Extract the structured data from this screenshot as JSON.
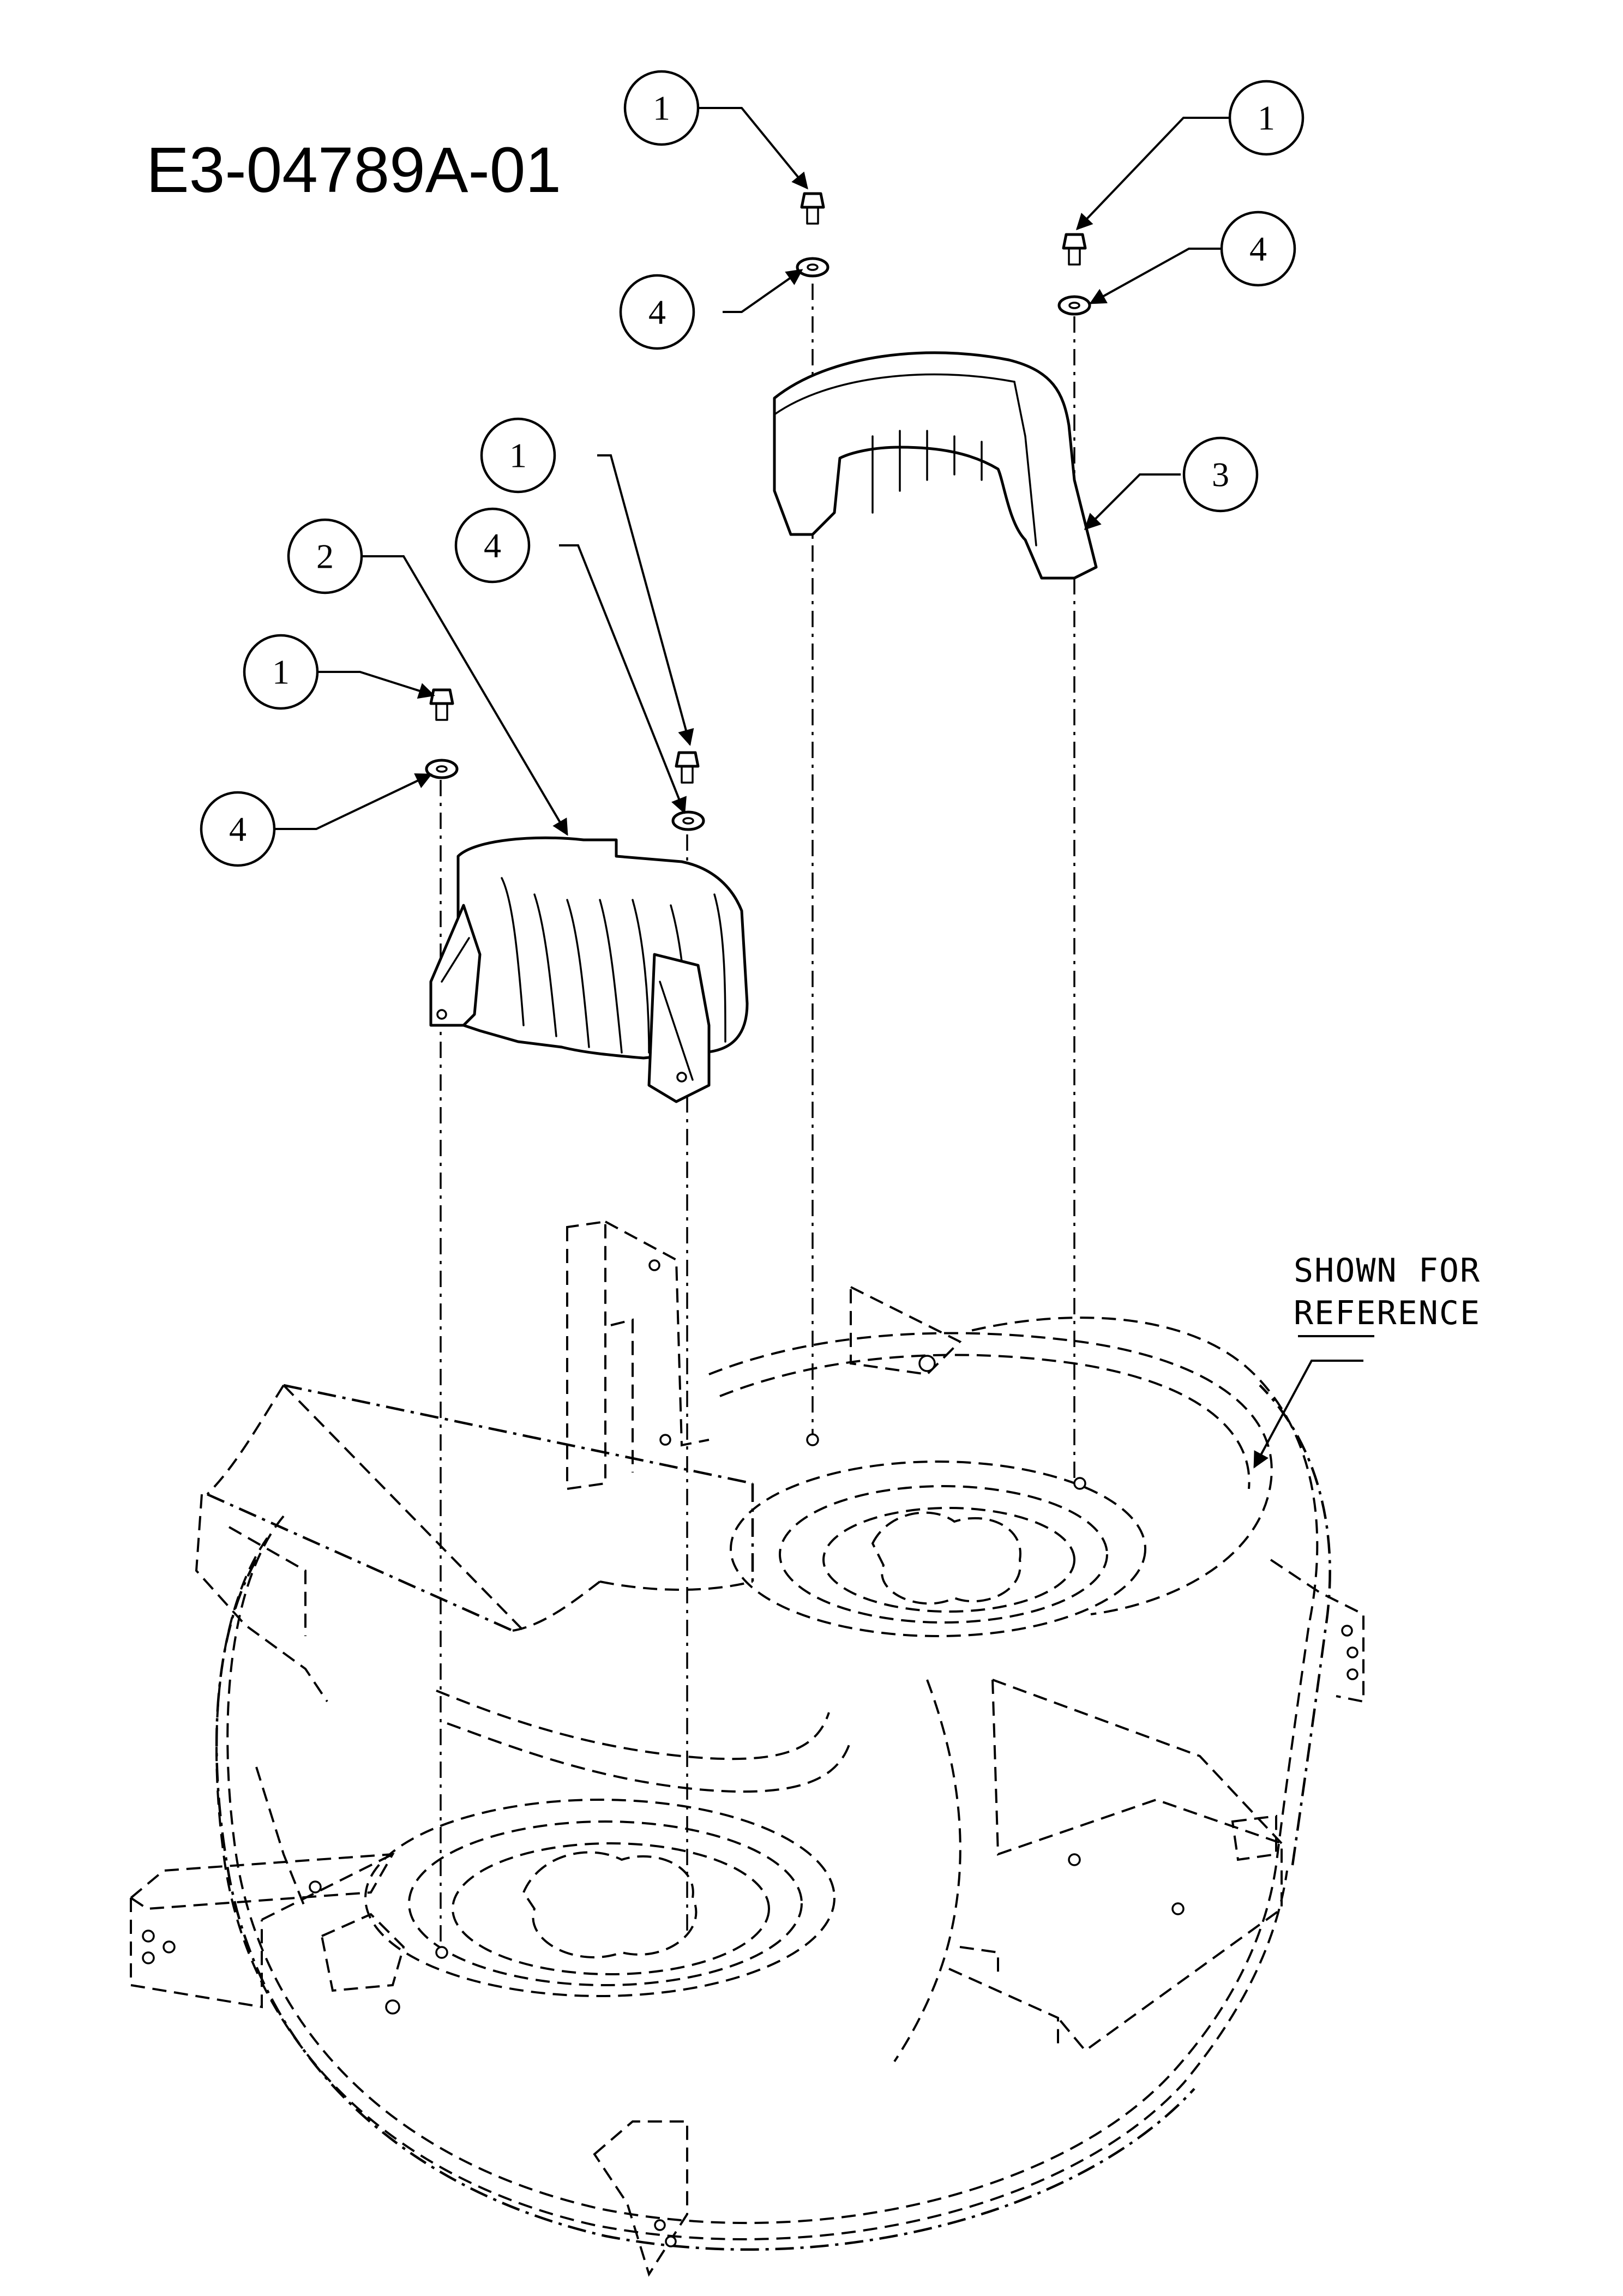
{
  "diagram_number": "E3-04789A-01",
  "reference_note": [
    "SHOWN FOR",
    "REFERENCE"
  ],
  "callouts": [
    "1",
    "1",
    "1",
    "1",
    "2",
    "3",
    "4",
    "4",
    "4",
    "4"
  ]
}
